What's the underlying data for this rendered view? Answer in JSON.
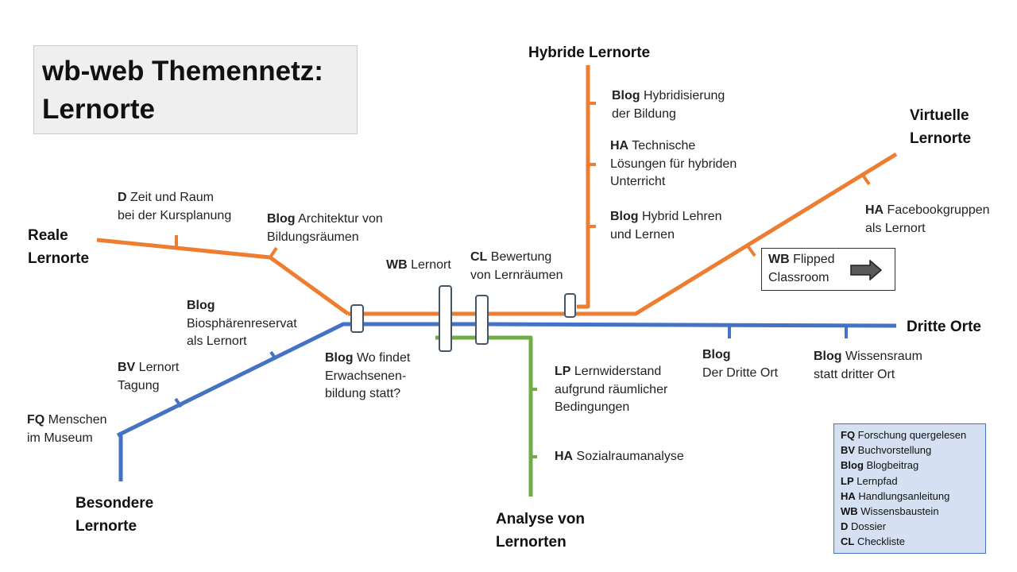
{
  "title": {
    "line1": "wb-web Themennetz:",
    "line2": "Lernorte"
  },
  "colors": {
    "orange": "#ed7d31",
    "blue": "#4472c4",
    "green": "#70ad47"
  },
  "termini": {
    "reale": [
      "Reale",
      "Lernorte"
    ],
    "hybride": [
      "Hybride Lernorte"
    ],
    "virtuelle": [
      "Virtuelle",
      "Lernorte"
    ],
    "dritte": [
      "Dritte Orte"
    ],
    "besondere": [
      "Besondere",
      "Lernorte"
    ],
    "analyse": [
      "Analyse von",
      "Lernorten"
    ]
  },
  "stations": [
    {
      "id": "d-zeit",
      "type": "D",
      "text": [
        "Zeit und Raum",
        "bei der Kursplanung"
      ]
    },
    {
      "id": "blog-architektur",
      "type": "Blog",
      "text": [
        "Architektur von",
        "Bildungsräumen"
      ]
    },
    {
      "id": "wb-lernort",
      "type": "WB",
      "text": [
        "Lernort"
      ]
    },
    {
      "id": "cl-bewertung",
      "type": "CL",
      "text": [
        "Bewertung",
        "von Lernräumen"
      ]
    },
    {
      "id": "blog-hybridisierung",
      "type": "Blog",
      "text": [
        "Hybridisierung",
        "der Bildung"
      ]
    },
    {
      "id": "ha-technische",
      "type": "HA",
      "text": [
        "Technische",
        "Lösungen für hybriden",
        "Unterricht"
      ]
    },
    {
      "id": "blog-hybrid-lehren",
      "type": "Blog",
      "text": [
        "Hybrid Lehren",
        "und Lernen"
      ]
    },
    {
      "id": "ha-facebook",
      "type": "HA",
      "text": [
        "Facebookgruppen",
        "als Lernort"
      ]
    },
    {
      "id": "wb-flipped",
      "type": "WB",
      "text": [
        "Flipped",
        "Classroom"
      ]
    },
    {
      "id": "blog-biosphaere",
      "type": "Blog",
      "text": [
        "",
        "Biosphärenreservat",
        "als Lernort"
      ]
    },
    {
      "id": "bv-tagung",
      "type": "BV",
      "text": [
        "Lernort",
        "Tagung"
      ]
    },
    {
      "id": "fq-museum",
      "type": "FQ",
      "text": [
        "Menschen",
        "im Museum"
      ]
    },
    {
      "id": "blog-wo-findet",
      "type": "Blog",
      "text": [
        "Wo findet",
        "Erwachsenen-",
        "bildung statt?"
      ]
    },
    {
      "id": "blog-dritte-ort",
      "type": "Blog",
      "text": [
        "",
        "Der Dritte Ort"
      ]
    },
    {
      "id": "blog-wissensraum",
      "type": "Blog",
      "text": [
        "Wissensraum",
        "statt dritter Ort"
      ]
    },
    {
      "id": "lp-lernwiderstand",
      "type": "LP",
      "text": [
        "Lernwiderstand",
        "aufgrund räumlicher",
        "Bedingungen"
      ]
    },
    {
      "id": "ha-sozialraum",
      "type": "HA",
      "text": [
        "Sozialraumanalyse"
      ]
    }
  ],
  "legend": [
    {
      "abbr": "FQ",
      "text": "Forschung quergelesen"
    },
    {
      "abbr": "BV",
      "text": "Buchvorstellung"
    },
    {
      "abbr": "Blog",
      "text": "Blogbeitrag"
    },
    {
      "abbr": "LP",
      "text": "Lernpfad"
    },
    {
      "abbr": "HA",
      "text": "Handlungsanleitung"
    },
    {
      "abbr": "WB",
      "text": "Wissensbaustein"
    },
    {
      "abbr": "D",
      "text": "Dossier"
    },
    {
      "abbr": "CL",
      "text": "Checkliste"
    }
  ]
}
